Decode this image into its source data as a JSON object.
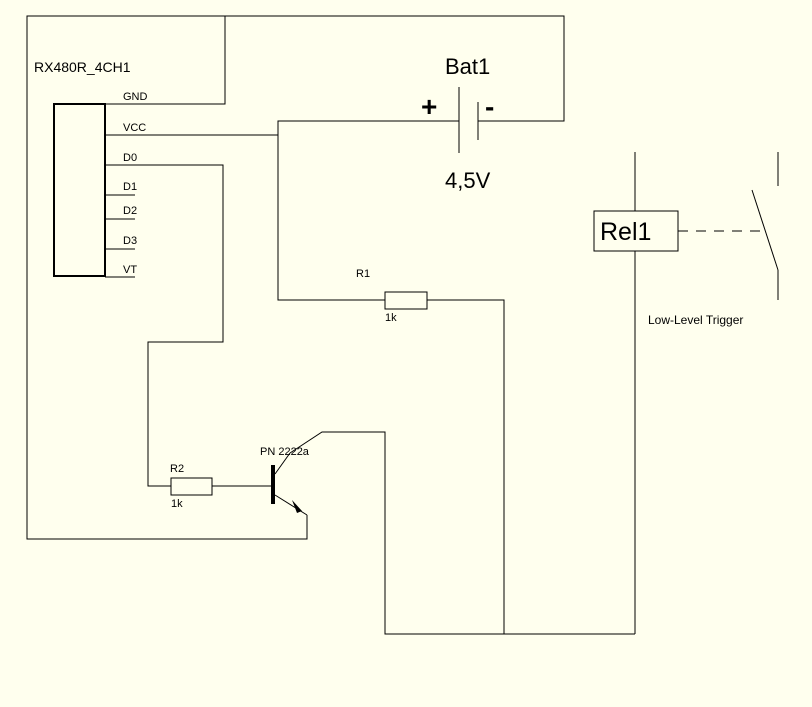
{
  "colors": {
    "background": "#ffffee",
    "line": "#000000"
  },
  "module": {
    "name": "RX480R_4CH1",
    "pins": [
      "GND",
      "VCC",
      "D0",
      "D1",
      "D2",
      "D3",
      "VT"
    ]
  },
  "battery": {
    "name": "Bat1",
    "plus": "+",
    "minus": "-",
    "voltage": "4,5V"
  },
  "resistor_r1": {
    "name": "R1",
    "value": "1k"
  },
  "resistor_r2": {
    "name": "R2",
    "value": "1k"
  },
  "transistor": {
    "name": "PN 2222a"
  },
  "relay": {
    "name": "Rel1",
    "trigger_note": "Low-Level Trigger"
  }
}
